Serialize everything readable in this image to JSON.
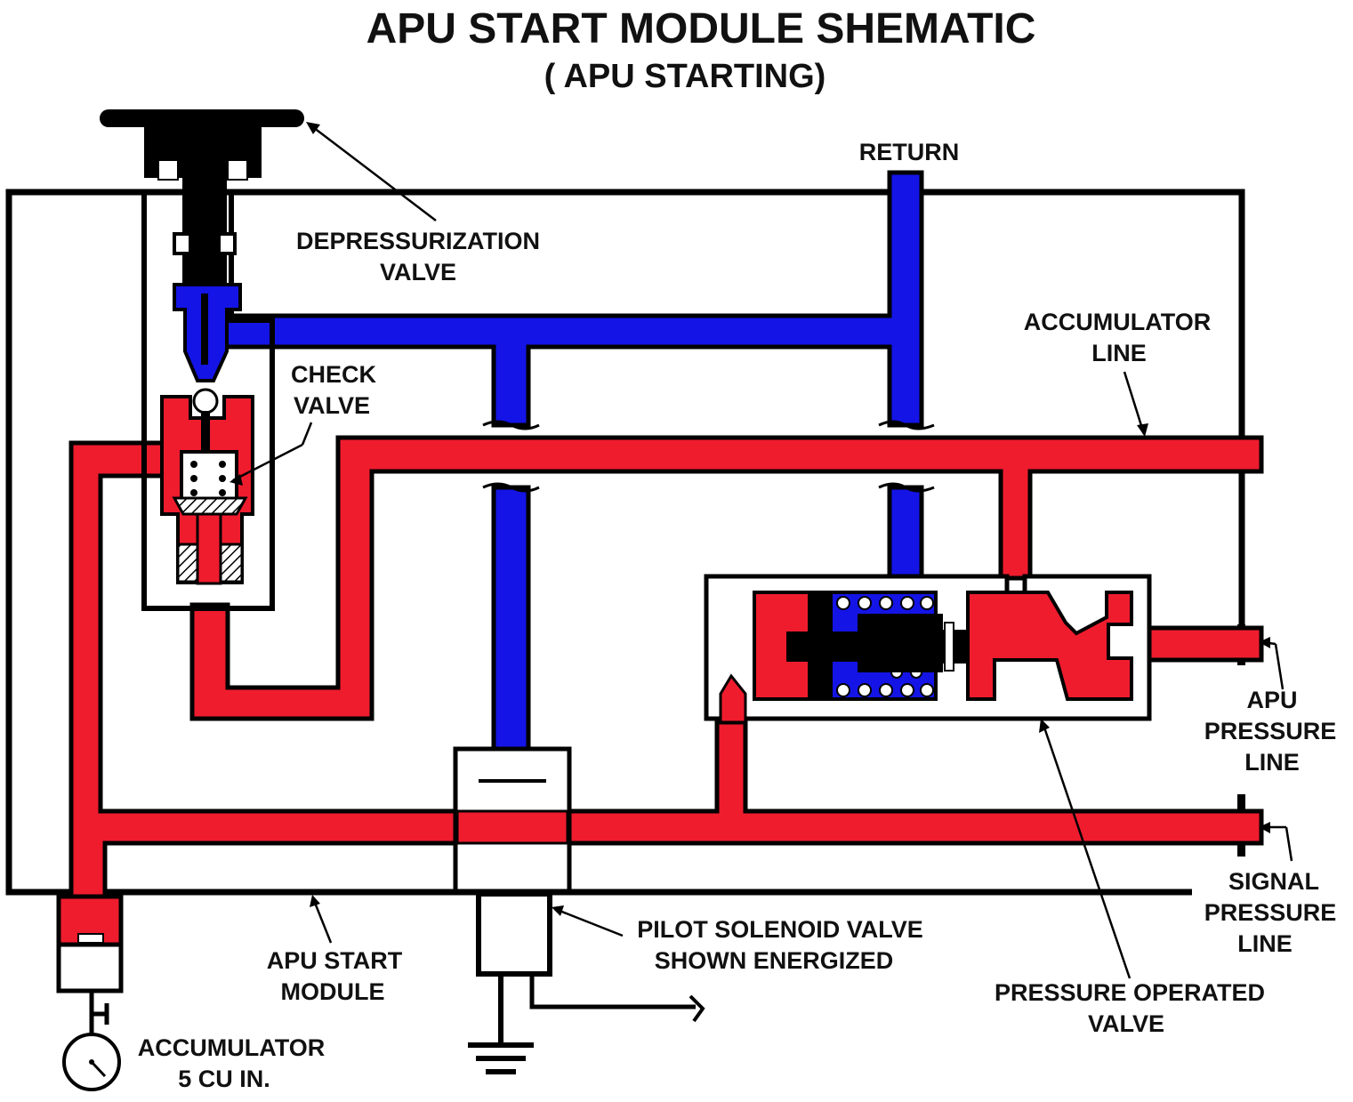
{
  "title": "APU START MODULE SHEMATIC",
  "subtitle": "( APU STARTING)",
  "labels": {
    "return": "RETURN",
    "depressurization_1": "DEPRESSURIZATION",
    "depressurization_2": "VALVE",
    "check_1": "CHECK",
    "check_2": "VALVE",
    "accumulator_line_1": "ACCUMULATOR",
    "accumulator_line_2": "LINE",
    "apu_pressure_1": "APU",
    "apu_pressure_2": "PRESSURE",
    "apu_pressure_3": "LINE",
    "signal_pressure_1": "SIGNAL",
    "signal_pressure_2": "PRESSURE",
    "signal_pressure_3": "LINE",
    "pressure_operated_1": "PRESSURE OPERATED",
    "pressure_operated_2": "VALVE",
    "pilot_solenoid_1": "PILOT SOLENOID VALVE",
    "pilot_solenoid_2": "SHOWN ENERGIZED",
    "apu_start_module_1": "APU START",
    "apu_start_module_2": "MODULE",
    "accumulator_1": "ACCUMULATOR",
    "accumulator_2": "5 CU IN."
  },
  "colors": {
    "pressure": "#ef1c2e",
    "return": "#1414e6",
    "outline": "#000000",
    "background": "#ffffff"
  }
}
